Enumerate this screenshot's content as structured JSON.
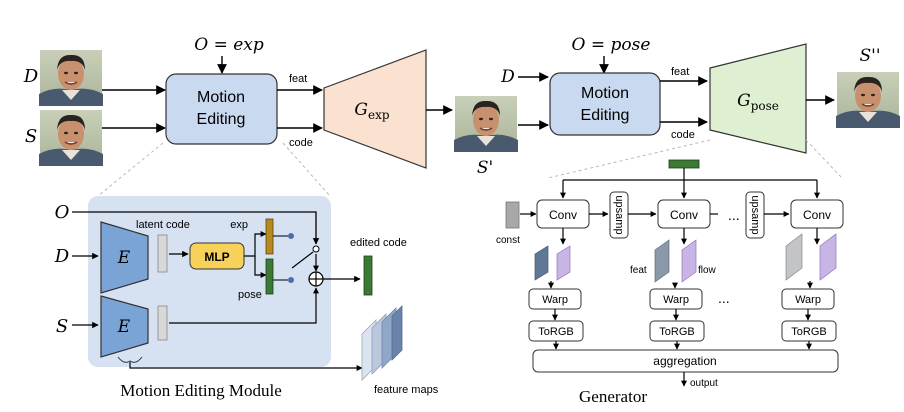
{
  "top_left": {
    "operator_label": "O = exp",
    "inputs": [
      "D",
      "S"
    ],
    "block": {
      "line1": "Motion",
      "line2": "Editing"
    },
    "edge_feat": "feat",
    "edge_code": "code",
    "generator": {
      "main": "G",
      "sub": "exp"
    },
    "output": "S'"
  },
  "top_right": {
    "operator_label": "O = pose",
    "inputs": [
      "D",
      "S'"
    ],
    "block": {
      "line1": "Motion",
      "line2": "Editing"
    },
    "edge_feat": "feat",
    "edge_code": "code",
    "generator": {
      "main": "G",
      "sub": "pose"
    },
    "output": "S''"
  },
  "module": {
    "title": "Motion Editing Module",
    "inputs": [
      "O",
      "D",
      "S"
    ],
    "encoder": "E",
    "latent_code": "latent code",
    "mlp": "MLP",
    "exp": "exp",
    "pose": "pose",
    "edited_code": "edited code",
    "feature_maps": "feature maps"
  },
  "generator": {
    "title": "Generator",
    "const": "const",
    "conv": "Conv",
    "upsample": "upsamp",
    "feat": "feat",
    "flow": "flow",
    "warp": "Warp",
    "torgb": "ToRGB",
    "aggregation": "aggregation",
    "output": "output",
    "ellipsis": "..."
  },
  "colors": {
    "motion_block": "#c9d9ef",
    "gen_exp": "#fbe1d0",
    "gen_pose": "#dff0d2",
    "module_bg": "#d6e1f1",
    "encoder": "#7aa4d5",
    "mlp": "#f7d25b",
    "exp_code": "#b8891f",
    "pose_code": "#3a7a35",
    "edited_code": "#3a7a35"
  }
}
